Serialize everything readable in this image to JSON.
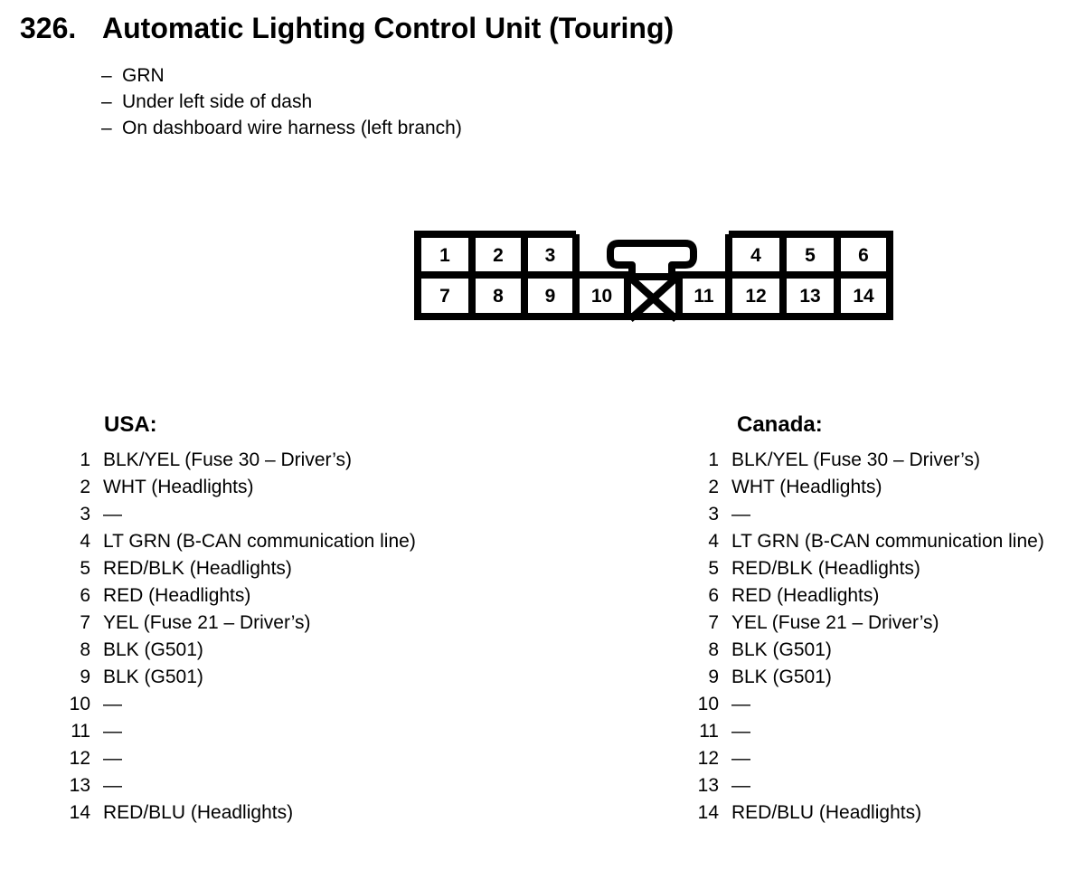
{
  "page": {
    "section_number": "326.",
    "title": "Automatic Lighting Control Unit (Touring)",
    "bullet_prefix": "–",
    "bullets": [
      "GRN",
      "Under left side of dash",
      "On dashboard wire harness (left branch)"
    ]
  },
  "connector": {
    "description": "14-pin connector pinout, two rows, keyed tab on top center, blocked cavity marked with X",
    "top_row": [
      "1",
      "2",
      "3",
      "4",
      "5",
      "6"
    ],
    "bottom_row": [
      "7",
      "8",
      "9",
      "10",
      "11",
      "12",
      "13",
      "14"
    ]
  },
  "columns": {
    "usa": {
      "heading": "USA:",
      "rows": [
        {
          "num": "1",
          "label": "BLK/YEL (Fuse 30 – Driver’s)"
        },
        {
          "num": "2",
          "label": "WHT (Headlights)"
        },
        {
          "num": "3",
          "label": "—"
        },
        {
          "num": "4",
          "label": "LT GRN (B-CAN communication line)"
        },
        {
          "num": "5",
          "label": "RED/BLK (Headlights)"
        },
        {
          "num": "6",
          "label": "RED (Headlights)"
        },
        {
          "num": "7",
          "label": "YEL (Fuse 21 – Driver’s)"
        },
        {
          "num": "8",
          "label": "BLK (G501)"
        },
        {
          "num": "9",
          "label": "BLK (G501)"
        },
        {
          "num": "10",
          "label": "—"
        },
        {
          "num": "11",
          "label": "—"
        },
        {
          "num": "12",
          "label": "—"
        },
        {
          "num": "13",
          "label": "—"
        },
        {
          "num": "14",
          "label": "RED/BLU (Headlights)"
        }
      ]
    },
    "canada": {
      "heading": "Canada:",
      "rows": [
        {
          "num": "1",
          "label": "BLK/YEL (Fuse 30 – Driver’s)"
        },
        {
          "num": "2",
          "label": "WHT (Headlights)"
        },
        {
          "num": "3",
          "label": "—"
        },
        {
          "num": "4",
          "label": "LT GRN (B-CAN communication line)"
        },
        {
          "num": "5",
          "label": "RED/BLK (Headlights)"
        },
        {
          "num": "6",
          "label": "RED (Headlights)"
        },
        {
          "num": "7",
          "label": "YEL (Fuse 21 – Driver’s)"
        },
        {
          "num": "8",
          "label": "BLK (G501)"
        },
        {
          "num": "9",
          "label": "BLK (G501)"
        },
        {
          "num": "10",
          "label": "—"
        },
        {
          "num": "11",
          "label": "—"
        },
        {
          "num": "12",
          "label": "—"
        },
        {
          "num": "13",
          "label": "—"
        },
        {
          "num": "14",
          "label": "RED/BLU (Headlights)"
        }
      ]
    }
  },
  "colors": {
    "ink": "#000000",
    "paper": "#ffffff"
  }
}
